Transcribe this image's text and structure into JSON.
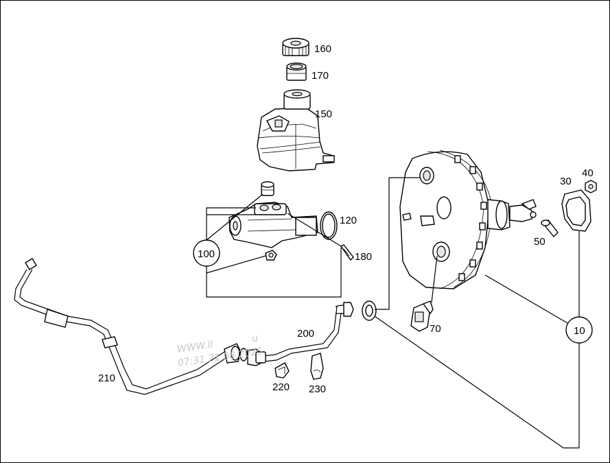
{
  "diagram": {
    "callouts": {
      "c10": "10",
      "c30": "30",
      "c40": "40",
      "c50": "50",
      "c70": "70",
      "c100": "100",
      "c120": "120",
      "c150": "150",
      "c160": "160",
      "c170": "170",
      "c180": "180",
      "c200": "200",
      "c210": "210",
      "c220": "220",
      "c230": "230"
    },
    "watermark": {
      "line1": "WWW.ll",
      "line1_tail": "u",
      "line2": "07:31 21.08.2025"
    }
  }
}
